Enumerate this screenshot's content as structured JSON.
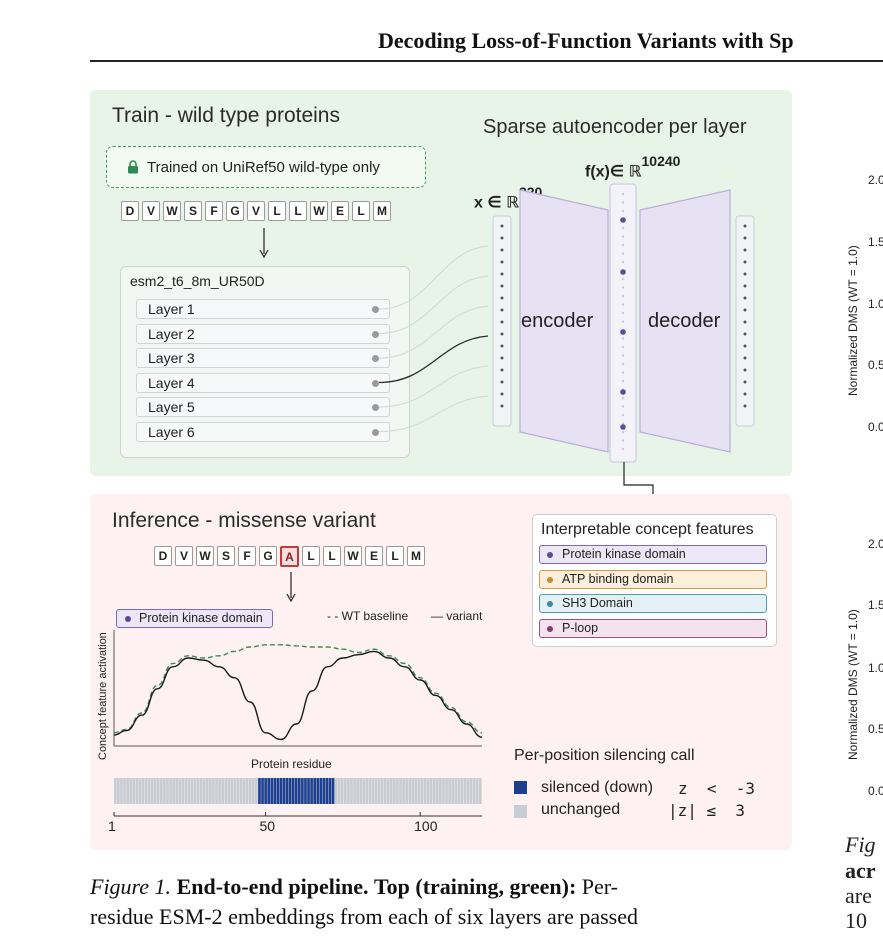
{
  "running_head": "Decoding Loss-of-Function Variants with Sp",
  "train": {
    "title": "Train - wild type proteins",
    "trained_note": "Trained on UniRef50 wild-type only",
    "sequence": [
      "D",
      "V",
      "W",
      "S",
      "F",
      "G",
      "V",
      "L",
      "L",
      "W",
      "E",
      "L",
      "M"
    ],
    "model_name": "esm2_t6_8m_UR50D",
    "layers": [
      "Layer 1",
      "Layer 2",
      "Layer 3",
      "Layer 4",
      "Layer 5",
      "Layer 6"
    ],
    "highlighted_layer": "Layer 4"
  },
  "sae": {
    "title": "Sparse autoencoder per layer",
    "x_label": "x ∈ ℝ",
    "x_dim": "320",
    "fx_label": "f(x)∈ ℝ",
    "fx_dim": "10240",
    "encoder_label": "encoder",
    "decoder_label": "decoder"
  },
  "inference": {
    "title": "Inference - missense variant",
    "sequence": [
      "D",
      "V",
      "W",
      "S",
      "F",
      "G",
      "A",
      "L",
      "L",
      "W",
      "E",
      "L",
      "M"
    ],
    "mutated_position": 6,
    "feature_badge": "Protein kinase domain",
    "legend_wt": "- - WT baseline",
    "legend_variant": "— variant",
    "y_axis_label": "Concept feature activation",
    "x_axis_label": "Protein residue",
    "strip_ticks": [
      "1",
      "50",
      "100"
    ],
    "silencing_title": "Per-position silencing call",
    "silenced_label": "silenced (down)",
    "silenced_rule": "z  <  -3",
    "unchanged_label": "unchanged",
    "unchanged_rule": "|z| ≤  3",
    "colors": {
      "silenced": "#1d3f8f",
      "unchanged": "#c8ccd3"
    }
  },
  "concepts": {
    "title": "Interpretable concept features",
    "items": [
      {
        "label": "Protein kinase domain",
        "color": "#5b4b99",
        "bg": "#ece6f6",
        "border": "#7d6ab0"
      },
      {
        "label": "ATP binding domain",
        "color": "#d08a2a",
        "bg": "#fbefdc",
        "border": "#d49a48"
      },
      {
        "label": "SH3 Domain",
        "color": "#3a8aa6",
        "bg": "#e3f1f5",
        "border": "#4f9bb5"
      },
      {
        "label": "P-loop",
        "color": "#8a3a6e",
        "bg": "#f4e3ee",
        "border": "#9c5183"
      }
    ]
  },
  "right_panel": {
    "y_label": "Normalized DMS (WT = 1.0)",
    "ticks_top": [
      "2.0",
      "1.5",
      "1.0",
      "0.5",
      "0.0"
    ],
    "ticks_bottom": [
      "2.0",
      "1.5",
      "1.0",
      "0.5",
      "0.0"
    ],
    "caption_fragments": [
      "Fig",
      "acr",
      "are",
      "10"
    ]
  },
  "caption": {
    "label": "Figure 1.",
    "bold_title": "End-to-end pipeline.",
    "bold_sub": "Top (training, green):",
    "text_line1_tail": "Per-",
    "text_line2": "residue ESM-2 embeddings from each of six layers are passed"
  },
  "chart_data": {
    "type": "line",
    "title": "",
    "xlabel": "Protein residue",
    "ylabel": "Concept feature activation",
    "x": [
      1,
      5,
      10,
      15,
      20,
      25,
      30,
      35,
      40,
      45,
      50,
      55,
      60,
      65,
      70,
      75,
      80,
      85,
      90,
      95,
      100,
      105,
      110,
      115,
      120
    ],
    "series": [
      {
        "name": "WT baseline",
        "values": [
          0.12,
          0.15,
          0.3,
          0.55,
          0.75,
          0.82,
          0.8,
          0.82,
          0.86,
          0.9,
          0.92,
          0.92,
          0.91,
          0.9,
          0.9,
          0.88,
          0.85,
          0.88,
          0.82,
          0.75,
          0.62,
          0.48,
          0.35,
          0.22,
          0.12
        ]
      },
      {
        "name": "variant",
        "values": [
          0.1,
          0.14,
          0.28,
          0.52,
          0.72,
          0.8,
          0.78,
          0.72,
          0.62,
          0.4,
          0.12,
          0.06,
          0.2,
          0.5,
          0.72,
          0.8,
          0.83,
          0.86,
          0.8,
          0.72,
          0.6,
          0.46,
          0.33,
          0.2,
          0.08
        ]
      }
    ],
    "silenced_range": [
      48,
      72
    ],
    "x_range": [
      1,
      120
    ]
  }
}
